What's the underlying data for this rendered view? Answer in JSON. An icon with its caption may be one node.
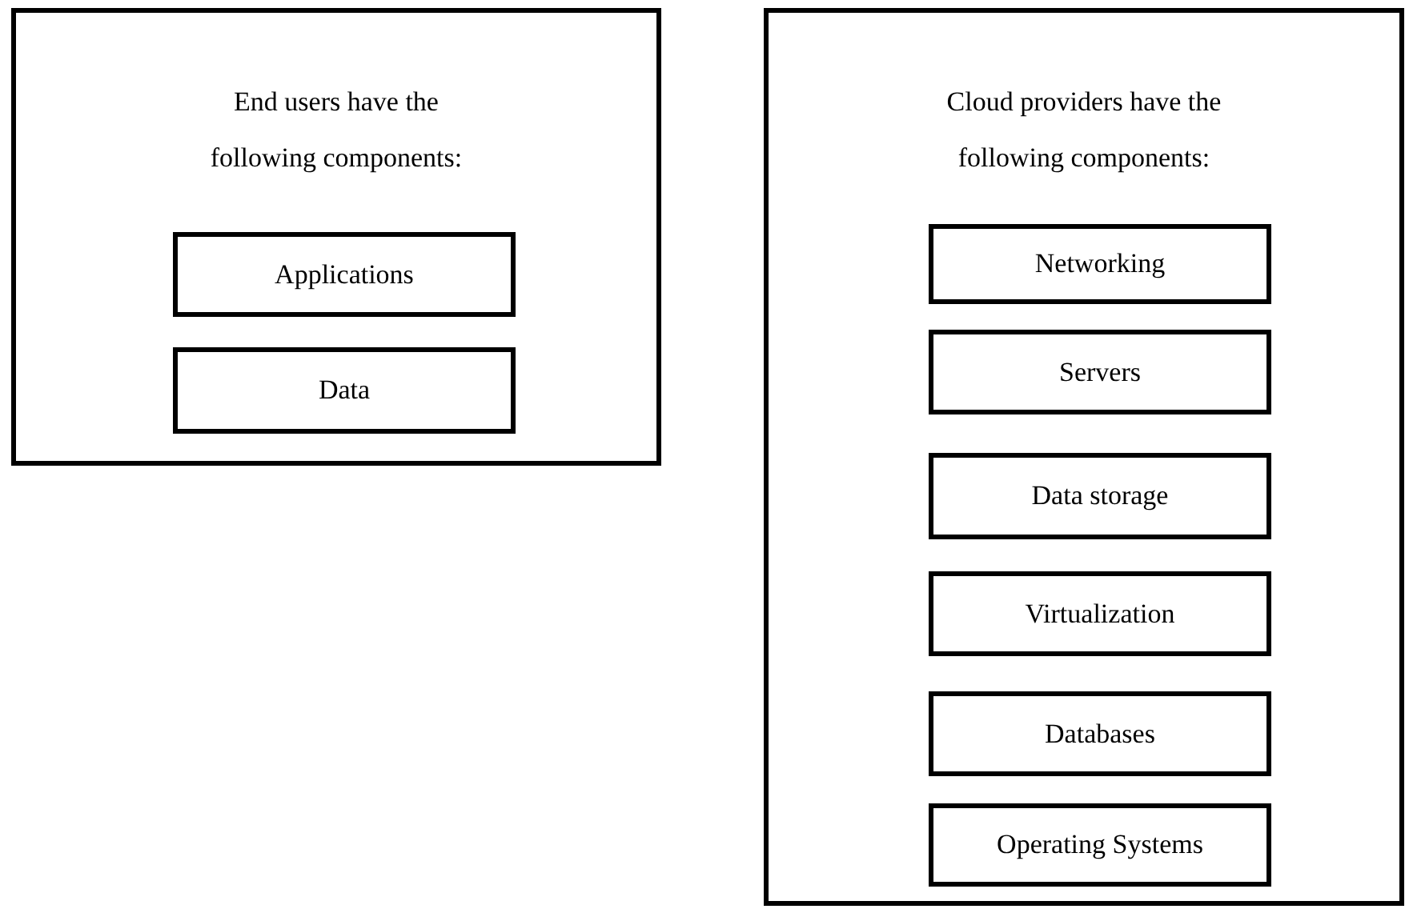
{
  "diagram": {
    "nodes": [
      {
        "text": [
          "End users have the following components:"
        ]
      },
      {
        "text": [
          "Applications"
        ],
        "in": 0
      },
      {
        "text": [
          "Data"
        ],
        "in": 0
      },
      {
        "text": [
          "Cloud providers have the following components:"
        ]
      },
      {
        "text": [
          "Networking"
        ],
        "in": 3
      },
      {
        "text": [
          "Servers"
        ],
        "in": 3
      },
      {
        "text": [
          "Data storage"
        ],
        "in": 3
      },
      {
        "text": [
          "Virtualization"
        ],
        "in": 3
      },
      {
        "text": [
          "Databases"
        ],
        "in": 3
      },
      {
        "text": [
          "Operating Systems"
        ],
        "in": 3
      }
    ]
  }
}
